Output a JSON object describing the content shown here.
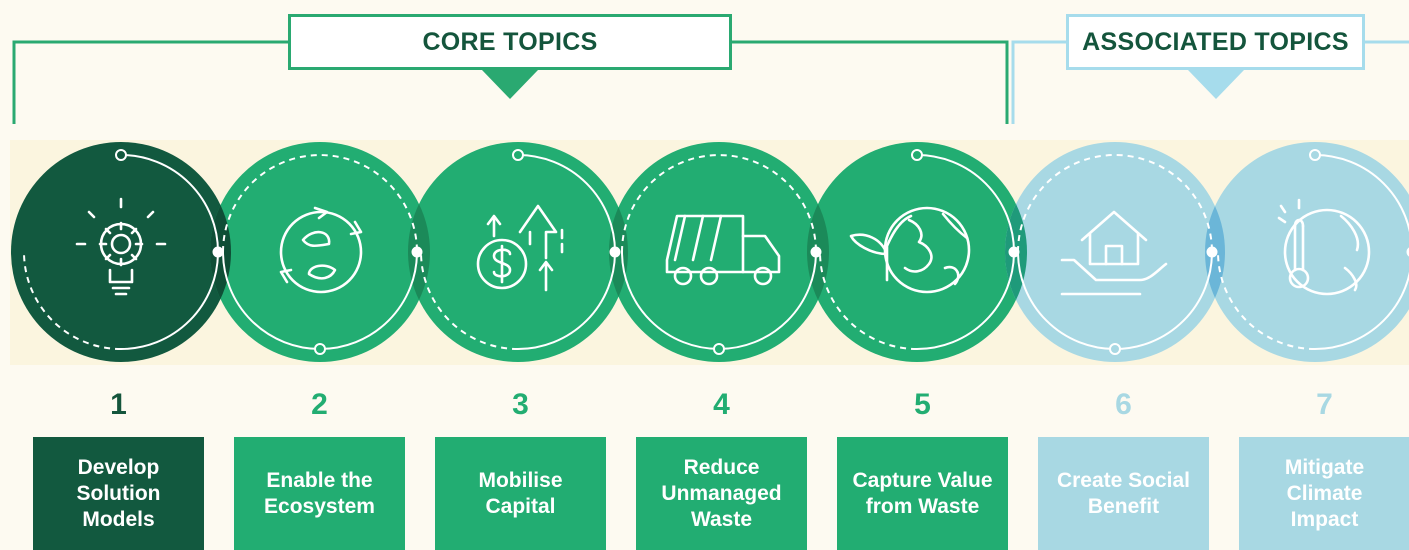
{
  "groups": {
    "core": "CORE TOPICS",
    "associated": "ASSOCIATED TOPICS"
  },
  "colors": {
    "dark_green": "#12593f",
    "green": "#22ad72",
    "light_blue": "#a8d8e3",
    "background": "#fdfaf1",
    "band": "#fbf5df"
  },
  "topics": [
    {
      "number": "1",
      "label": "Develop Solution Models",
      "icon": "lightbulb-gear-icon",
      "group": "core"
    },
    {
      "number": "2",
      "label": "Enable the Ecosystem",
      "icon": "recycle-globe-icon",
      "group": "core"
    },
    {
      "number": "3",
      "label": "Mobilise Capital",
      "icon": "dollar-arrows-icon",
      "group": "core"
    },
    {
      "number": "4",
      "label": "Reduce Unmanaged Waste",
      "icon": "garbage-truck-icon",
      "group": "core"
    },
    {
      "number": "5",
      "label": "Capture Value from Waste",
      "icon": "plant-globe-icon",
      "group": "core"
    },
    {
      "number": "6",
      "label": "Create Social Benefit",
      "icon": "hand-house-icon",
      "group": "associated"
    },
    {
      "number": "7",
      "label": "Mitigate Climate Impact",
      "icon": "thermometer-globe-icon",
      "group": "associated"
    }
  ]
}
